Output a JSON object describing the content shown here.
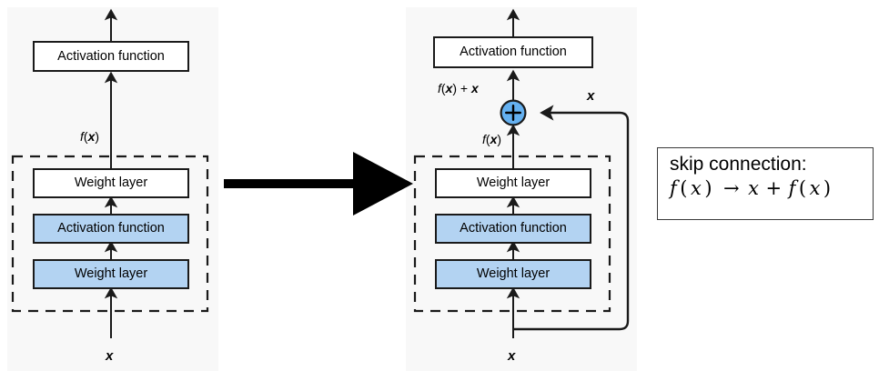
{
  "figure": {
    "title": "Residual block / skip connection diagram",
    "background_color": "#ffffff",
    "panel_background_color": "#f8f8f8",
    "blue_fill_color": "#b3d3f2",
    "node_blue_circle_color": "#64b0f0",
    "stroke_color": "#1a1a1a"
  },
  "left_panel": {
    "name": "plain-network",
    "top_box": {
      "label": "Activation function",
      "fill": "white"
    },
    "dashed_group": {
      "boxes": [
        {
          "label": "Weight layer",
          "fill": "white"
        },
        {
          "label": "Activation function",
          "fill": "blue"
        },
        {
          "label": "Weight layer",
          "fill": "blue"
        }
      ]
    },
    "labels": {
      "output_of_block": "f(x)",
      "input": "x"
    }
  },
  "transform_arrow": {
    "name": "transform-arrow",
    "direction": "right"
  },
  "right_panel": {
    "name": "residual-network",
    "top_box": {
      "label": "Activation function",
      "fill": "white"
    },
    "dashed_group": {
      "boxes": [
        {
          "label": "Weight layer",
          "fill": "white"
        },
        {
          "label": "Activation function",
          "fill": "blue"
        },
        {
          "label": "Weight layer",
          "fill": "blue"
        }
      ]
    },
    "adder": {
      "symbol": "+",
      "fill": "#64b0f0"
    },
    "labels": {
      "after_add": "f(x) + x",
      "block_output": "f(x)",
      "skip_branch": "x",
      "input": "x"
    }
  },
  "callout": {
    "name": "skip-connection-callout",
    "title": "skip connection:",
    "formula": "f(x) → x + f(x)",
    "formula_parts": {
      "lhs_f": "f",
      "lhs_open": "(",
      "lhs_x": "x",
      "lhs_close": ")",
      "arrow": "→",
      "rhs_x": "x",
      "plus": "+",
      "rhs_f": "f",
      "rhs_open": "(",
      "rhs_x2": "x",
      "rhs_close": ")"
    }
  }
}
